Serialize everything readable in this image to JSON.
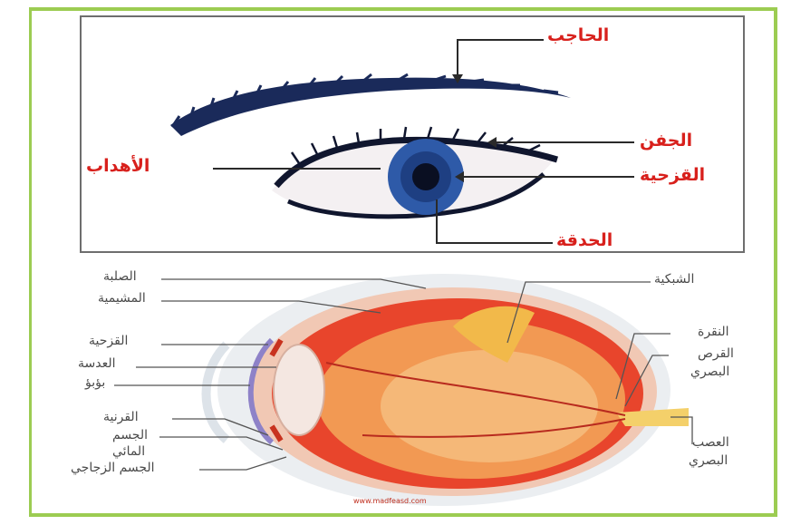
{
  "top_labels": {
    "eyebrow": "الحاجب",
    "eyelid": "الجفن",
    "eyelashes": "الأهداب",
    "iris": "القزحية",
    "pupil": "الحدقة"
  },
  "bottom_labels": {
    "sclera": "الصلبة",
    "choroid": "المشيمية",
    "iris": "القزحية",
    "lens": "العدسة",
    "pupil": "بؤبؤ",
    "cornea": "القرنية",
    "aqueous_1": "الجسم",
    "aqueous_2": "المائي",
    "vitreous": "الجسم الزجاجي",
    "retina": "الشبكية",
    "fovea": "النقرة",
    "disc_1": "القرص",
    "disc_2": "البصري",
    "nerve_1": "العصب",
    "nerve_2": "البصري"
  },
  "watermark": "www.madfeasd.com",
  "colors": {
    "frame": "#9ccc52",
    "label_red": "#d8201c",
    "leader": "#2a2a2a",
    "eye_red": "#e8452c",
    "eye_orange": "#f3a85a"
  }
}
